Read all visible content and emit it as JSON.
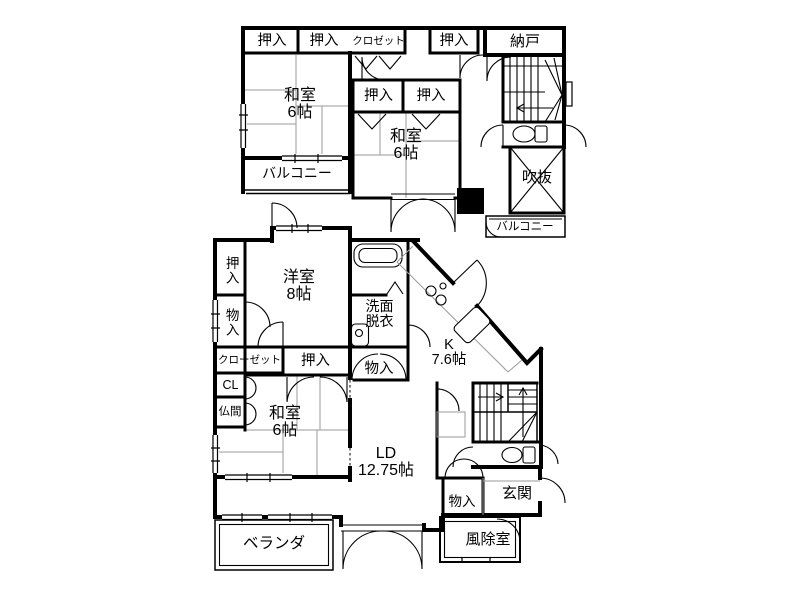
{
  "colors": {
    "wall": "#000000",
    "grid": "#9a9a9a",
    "background": "#ffffff"
  },
  "floor2": {
    "oshiire_a": "押入",
    "oshiire_b": "押入",
    "kurozetto": "クロゼット",
    "oshiire_c": "押入",
    "nando": "納戸",
    "washitsu_left_name": "和室",
    "washitsu_left_size": "6帖",
    "oshiire_d": "押入",
    "oshiire_e": "押入",
    "washitsu_center_name": "和室",
    "washitsu_center_size": "6帖",
    "balcony_left": "バルコニー",
    "fukinuke": "吹抜",
    "balcony_right": "バルコニー"
  },
  "floor1": {
    "oshiire_top": "押入",
    "monoire_top": "物入",
    "closet": "クローゼット",
    "oshiire_mid": "押入",
    "cl": "CL",
    "butsuma": "仏間",
    "youshitsu_name": "洋室",
    "youshitsu_size": "8帖",
    "senmen_line1": "洗面",
    "senmen_line2": "脱衣",
    "monoire_mid": "物入",
    "kitchen_name": "K",
    "kitchen_size": "7.6帖",
    "washitsu_name": "和室",
    "washitsu_size": "6帖",
    "ld_name": "LD",
    "ld_size": "12.75帖",
    "monoire_bottom": "物入",
    "genkan": "玄関",
    "fujyoshitsu": "風除室",
    "veranda": "ベランダ"
  }
}
